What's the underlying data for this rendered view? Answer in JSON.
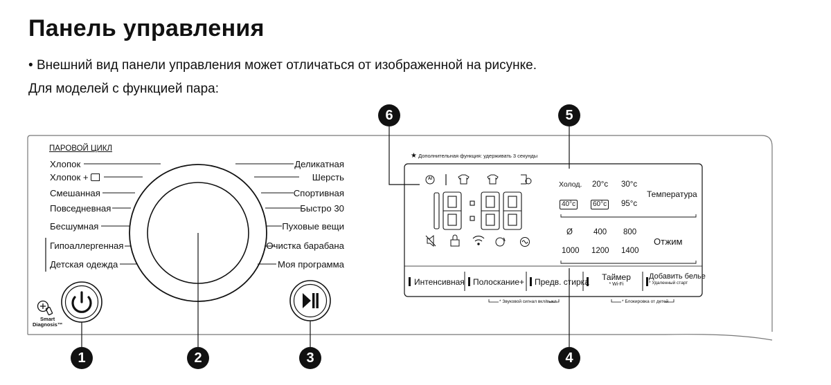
{
  "title": "Панель управления",
  "note": "Внешний вид панели управления может отличаться от изображенной на рисунке.",
  "subtitle": "Для моделей с функцией пара:",
  "steam_cycle_label": "ПАРОВОЙ ЦИКЛ",
  "programs_left": [
    "Хлопок",
    "Хлопок +",
    "Смешанная",
    "Повседневная",
    "Бесшумная",
    "Гипоаллергенная",
    "Детская одежда"
  ],
  "programs_right": [
    "Деликатная",
    "Шерсть",
    "Спортивная",
    "Быстро 30",
    "Пуховые вещи",
    "Очистка барабана",
    "Моя программа"
  ],
  "smart_diagnosis": {
    "line1": "Smart",
    "line2": "Diagnosis™"
  },
  "callouts": [
    "1",
    "2",
    "3",
    "4",
    "5",
    "6"
  ],
  "display": {
    "extra_function_note": "Дополнительная функция: удерживать 3 секунды",
    "digits": "18:88"
  },
  "temperature": {
    "row1": [
      "Холод.",
      "20°c",
      "30°c"
    ],
    "row2": [
      "40°c",
      "60°c",
      "95°c"
    ],
    "label": "Температура"
  },
  "spin": {
    "row1": [
      "Ø",
      "400",
      "800"
    ],
    "row2": [
      "1000",
      "1200",
      "1400"
    ],
    "label": "Отжим"
  },
  "buttons": {
    "intensive": "Интенсивная",
    "rinse_plus": "Полоскание+",
    "prewash": "Предв. стирка",
    "timer": "Таймер",
    "timer_sub": "* Wi-Fi",
    "add_laundry": "Добавить белье",
    "add_laundry_sub": "* Удаленный старт"
  },
  "hints": {
    "sound": "* Звуковой сигнал вкл/выкл",
    "child_lock": "* Блокировка от детей"
  }
}
